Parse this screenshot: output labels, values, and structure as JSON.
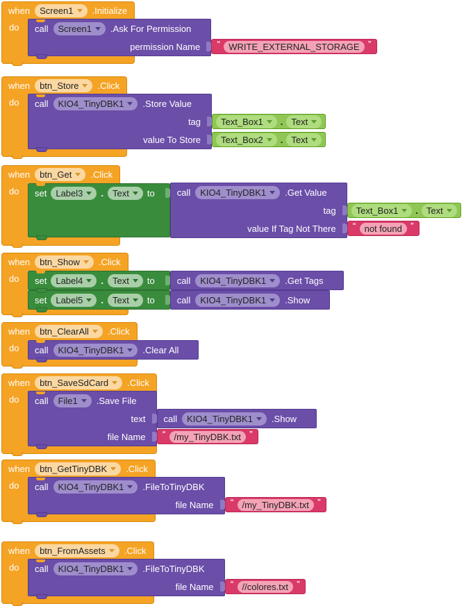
{
  "keywords": {
    "when": "when",
    "do": "do",
    "call": "call",
    "set": "set",
    "to": "to",
    "dot": ".",
    "open_quote": "“",
    "close_quote": "”"
  },
  "colors": {
    "event_block": "#F5A324",
    "event_border": "#D8890B",
    "method_call_block": "#6B4EA8",
    "method_call_border": "#543B92",
    "setter_block": "#398C3C",
    "setter_border": "#2D7030",
    "getter_block": "#8FC655",
    "getter_border": "#5FA11C",
    "text_block": "#D93A68",
    "text_border": "#BC2854"
  },
  "blocks": [
    {
      "event_component": "Screen1",
      "event_name": ".Initialize",
      "call": {
        "component": "Screen1",
        "method": ".Ask For Permission",
        "params": [
          {
            "label": "permission Name",
            "text_value": "WRITE_EXTERNAL_STORAGE"
          }
        ]
      }
    },
    {
      "event_component": "btn_Store",
      "event_name": ".Click",
      "call": {
        "component": "KIO4_TinyDBK1",
        "method": ".Store Value",
        "params": [
          {
            "label": "tag",
            "getter": {
              "component": "Text_Box1",
              "property": "Text"
            }
          },
          {
            "label": "value To Store",
            "getter": {
              "component": "Text_Box2",
              "property": "Text"
            }
          }
        ]
      }
    },
    {
      "event_component": "btn_Get",
      "event_name": ".Click",
      "set": {
        "component": "Label3",
        "property": "Text"
      },
      "call": {
        "component": "KIO4_TinyDBK1",
        "method": ".Get Value",
        "params": [
          {
            "label": "tag",
            "getter": {
              "component": "Text_Box1",
              "property": "Text"
            }
          },
          {
            "label": "value If Tag Not There",
            "text_value": "not found"
          }
        ]
      }
    },
    {
      "event_component": "btn_Show",
      "event_name": ".Click",
      "rows": [
        {
          "set": {
            "component": "Label4",
            "property": "Text"
          },
          "call": {
            "component": "KIO4_TinyDBK1",
            "method": ".Get Tags"
          }
        },
        {
          "set": {
            "component": "Label5",
            "property": "Text"
          },
          "call": {
            "component": "KIO4_TinyDBK1",
            "method": ".Show"
          }
        }
      ]
    },
    {
      "event_component": "btn_ClearAll",
      "event_name": ".Click",
      "call": {
        "component": "KIO4_TinyDBK1",
        "method": ".Clear All",
        "params": []
      }
    },
    {
      "event_component": "btn_SaveSdCard",
      "event_name": ".Click",
      "call": {
        "component": "File1",
        "method": ".Save File",
        "params": [
          {
            "label": "text",
            "call_value": {
              "component": "KIO4_TinyDBK1",
              "method": ".Show"
            }
          },
          {
            "label": "file Name",
            "text_value": "/my_TinyDBK.txt"
          }
        ]
      }
    },
    {
      "event_component": "btn_GetTinyDBK",
      "event_name": ".Click",
      "call": {
        "component": "KIO4_TinyDBK1",
        "method": ".FileToTinyDBK",
        "params": [
          {
            "label": "file Name",
            "text_value": "/my_TinyDBK.txt"
          }
        ]
      }
    },
    {
      "event_component": "btn_FromAssets",
      "event_name": ".Click",
      "call": {
        "component": "KIO4_TinyDBK1",
        "method": ".FileToTinyDBK",
        "params": [
          {
            "label": "file Name",
            "text_value": "//colores.txt"
          }
        ]
      }
    }
  ]
}
